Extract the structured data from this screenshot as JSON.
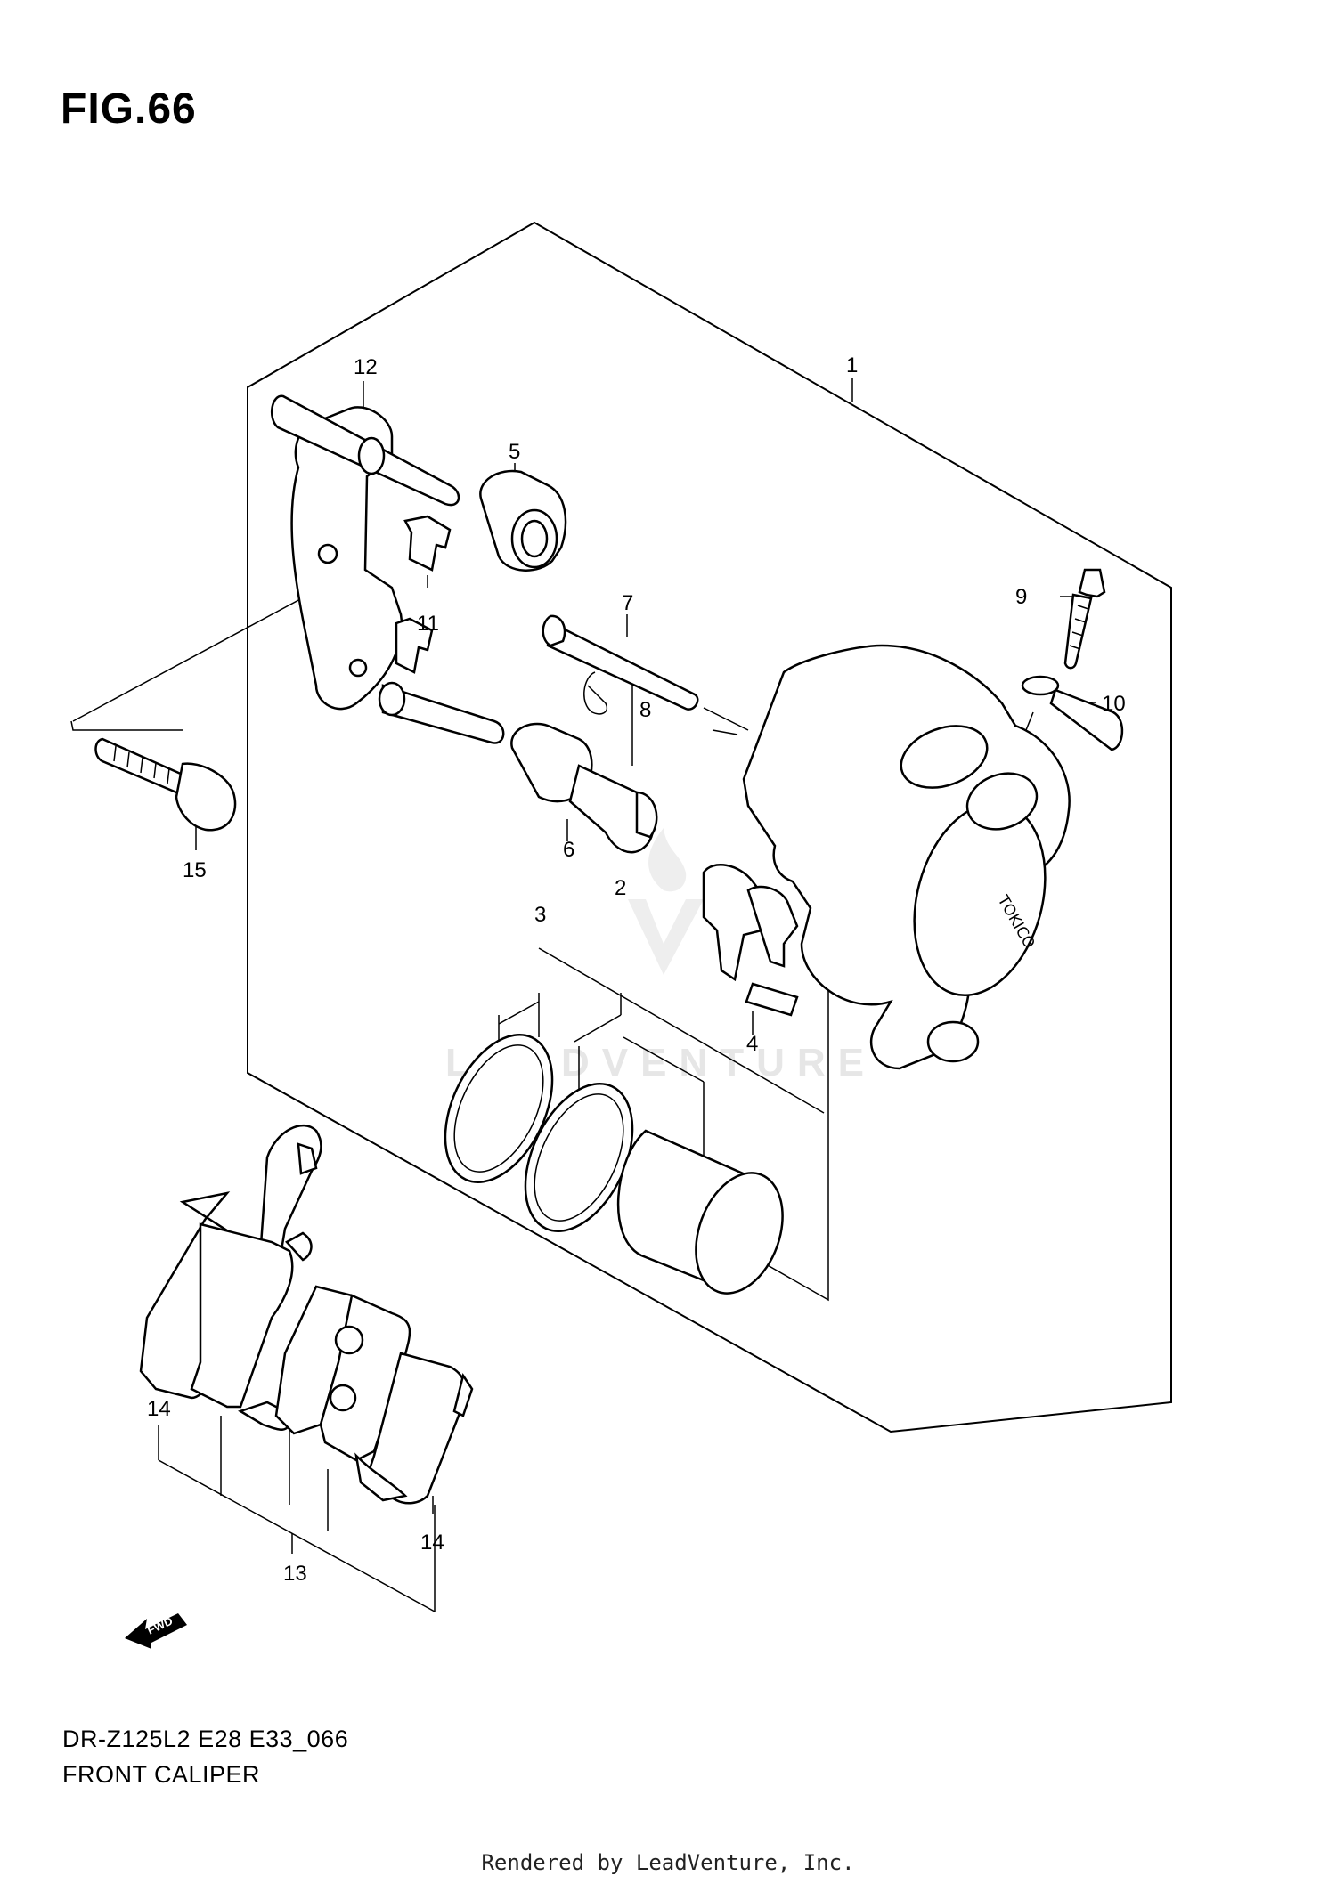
{
  "figure": {
    "title": "FIG.66"
  },
  "callouts": {
    "c1": "1",
    "c2": "2",
    "c3": "3",
    "c4": "4",
    "c5": "5",
    "c6": "6",
    "c7": "7",
    "c8": "8",
    "c9": "9",
    "c10": "10",
    "c11": "11",
    "c12": "12",
    "c13": "13",
    "c14a": "14",
    "c14b": "14",
    "c15": "15"
  },
  "watermark": "LEADVENTURE",
  "fwd_label": "FWD",
  "caption": {
    "model": "DR-Z125L2 E28 E33_066",
    "name": "FRONT CALIPER"
  },
  "footer": "Rendered by LeadVenture, Inc."
}
